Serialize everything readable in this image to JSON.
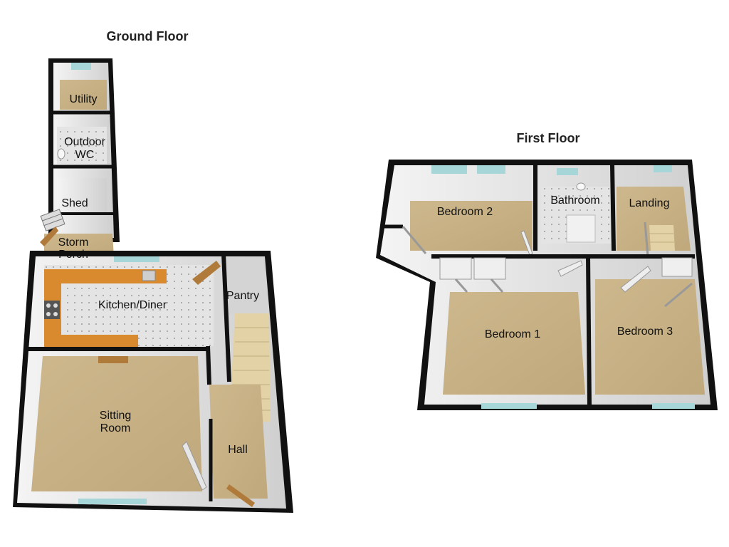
{
  "ground_floor": {
    "title": "Ground Floor",
    "rooms": {
      "utility": "Utility",
      "outdoor_wc_line1": "Outdoor",
      "outdoor_wc_line2": "WC",
      "shed": "Shed",
      "storm_porch_line1": "Storm",
      "storm_porch_line2": "Porch",
      "kitchen_diner": "Kitchen/Diner",
      "pantry": "Pantry",
      "sitting_room_line1": "Sitting",
      "sitting_room_line2": "Room",
      "hall": "Hall"
    }
  },
  "first_floor": {
    "title": "First Floor",
    "rooms": {
      "bedroom_2": "Bedroom 2",
      "bathroom": "Bathroom",
      "landing": "Landing",
      "bedroom_1": "Bedroom 1",
      "bedroom_3": "Bedroom 3"
    }
  },
  "colors": {
    "carpet": "#c9b48a",
    "wall": "#111111",
    "wall_inner": "#ececec",
    "tile": "#d9d9d9",
    "worktop": "#d98a2e",
    "window": "#a7d6d8",
    "stairs": "#e2d2a5"
  }
}
